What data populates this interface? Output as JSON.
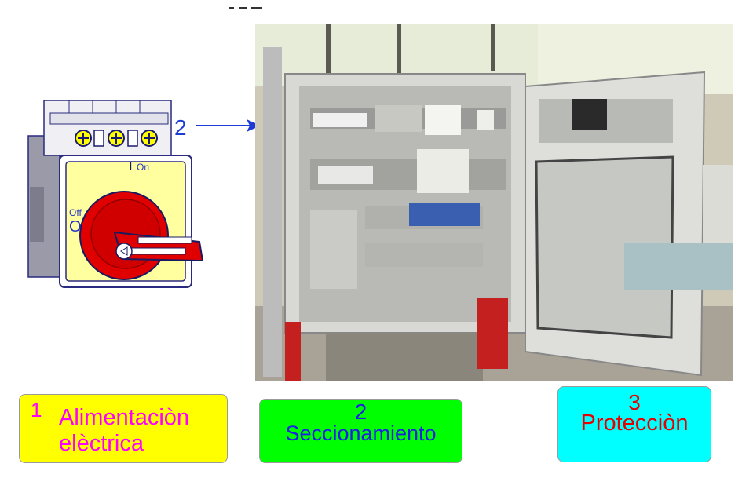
{
  "switch": {
    "on_label": "On",
    "on_mark": "I",
    "off_label": "Off",
    "off_mark": "O"
  },
  "callout": {
    "number": "2"
  },
  "labels": [
    {
      "number": "1",
      "title_line1": "Alimentaciòn",
      "title_line2": "elèctrica"
    },
    {
      "number": "2",
      "title": "Seccionamiento"
    },
    {
      "number": "3",
      "title": "Protecciòn"
    }
  ],
  "colors": {
    "label1_bg": "#ffff00",
    "label1_text": "#ff00ff",
    "label2_bg": "#00ff00",
    "label2_text": "#1e1ee6",
    "label3_bg": "#00ffff",
    "label3_text": "#e60000",
    "arrow": "#1e3bd6"
  }
}
